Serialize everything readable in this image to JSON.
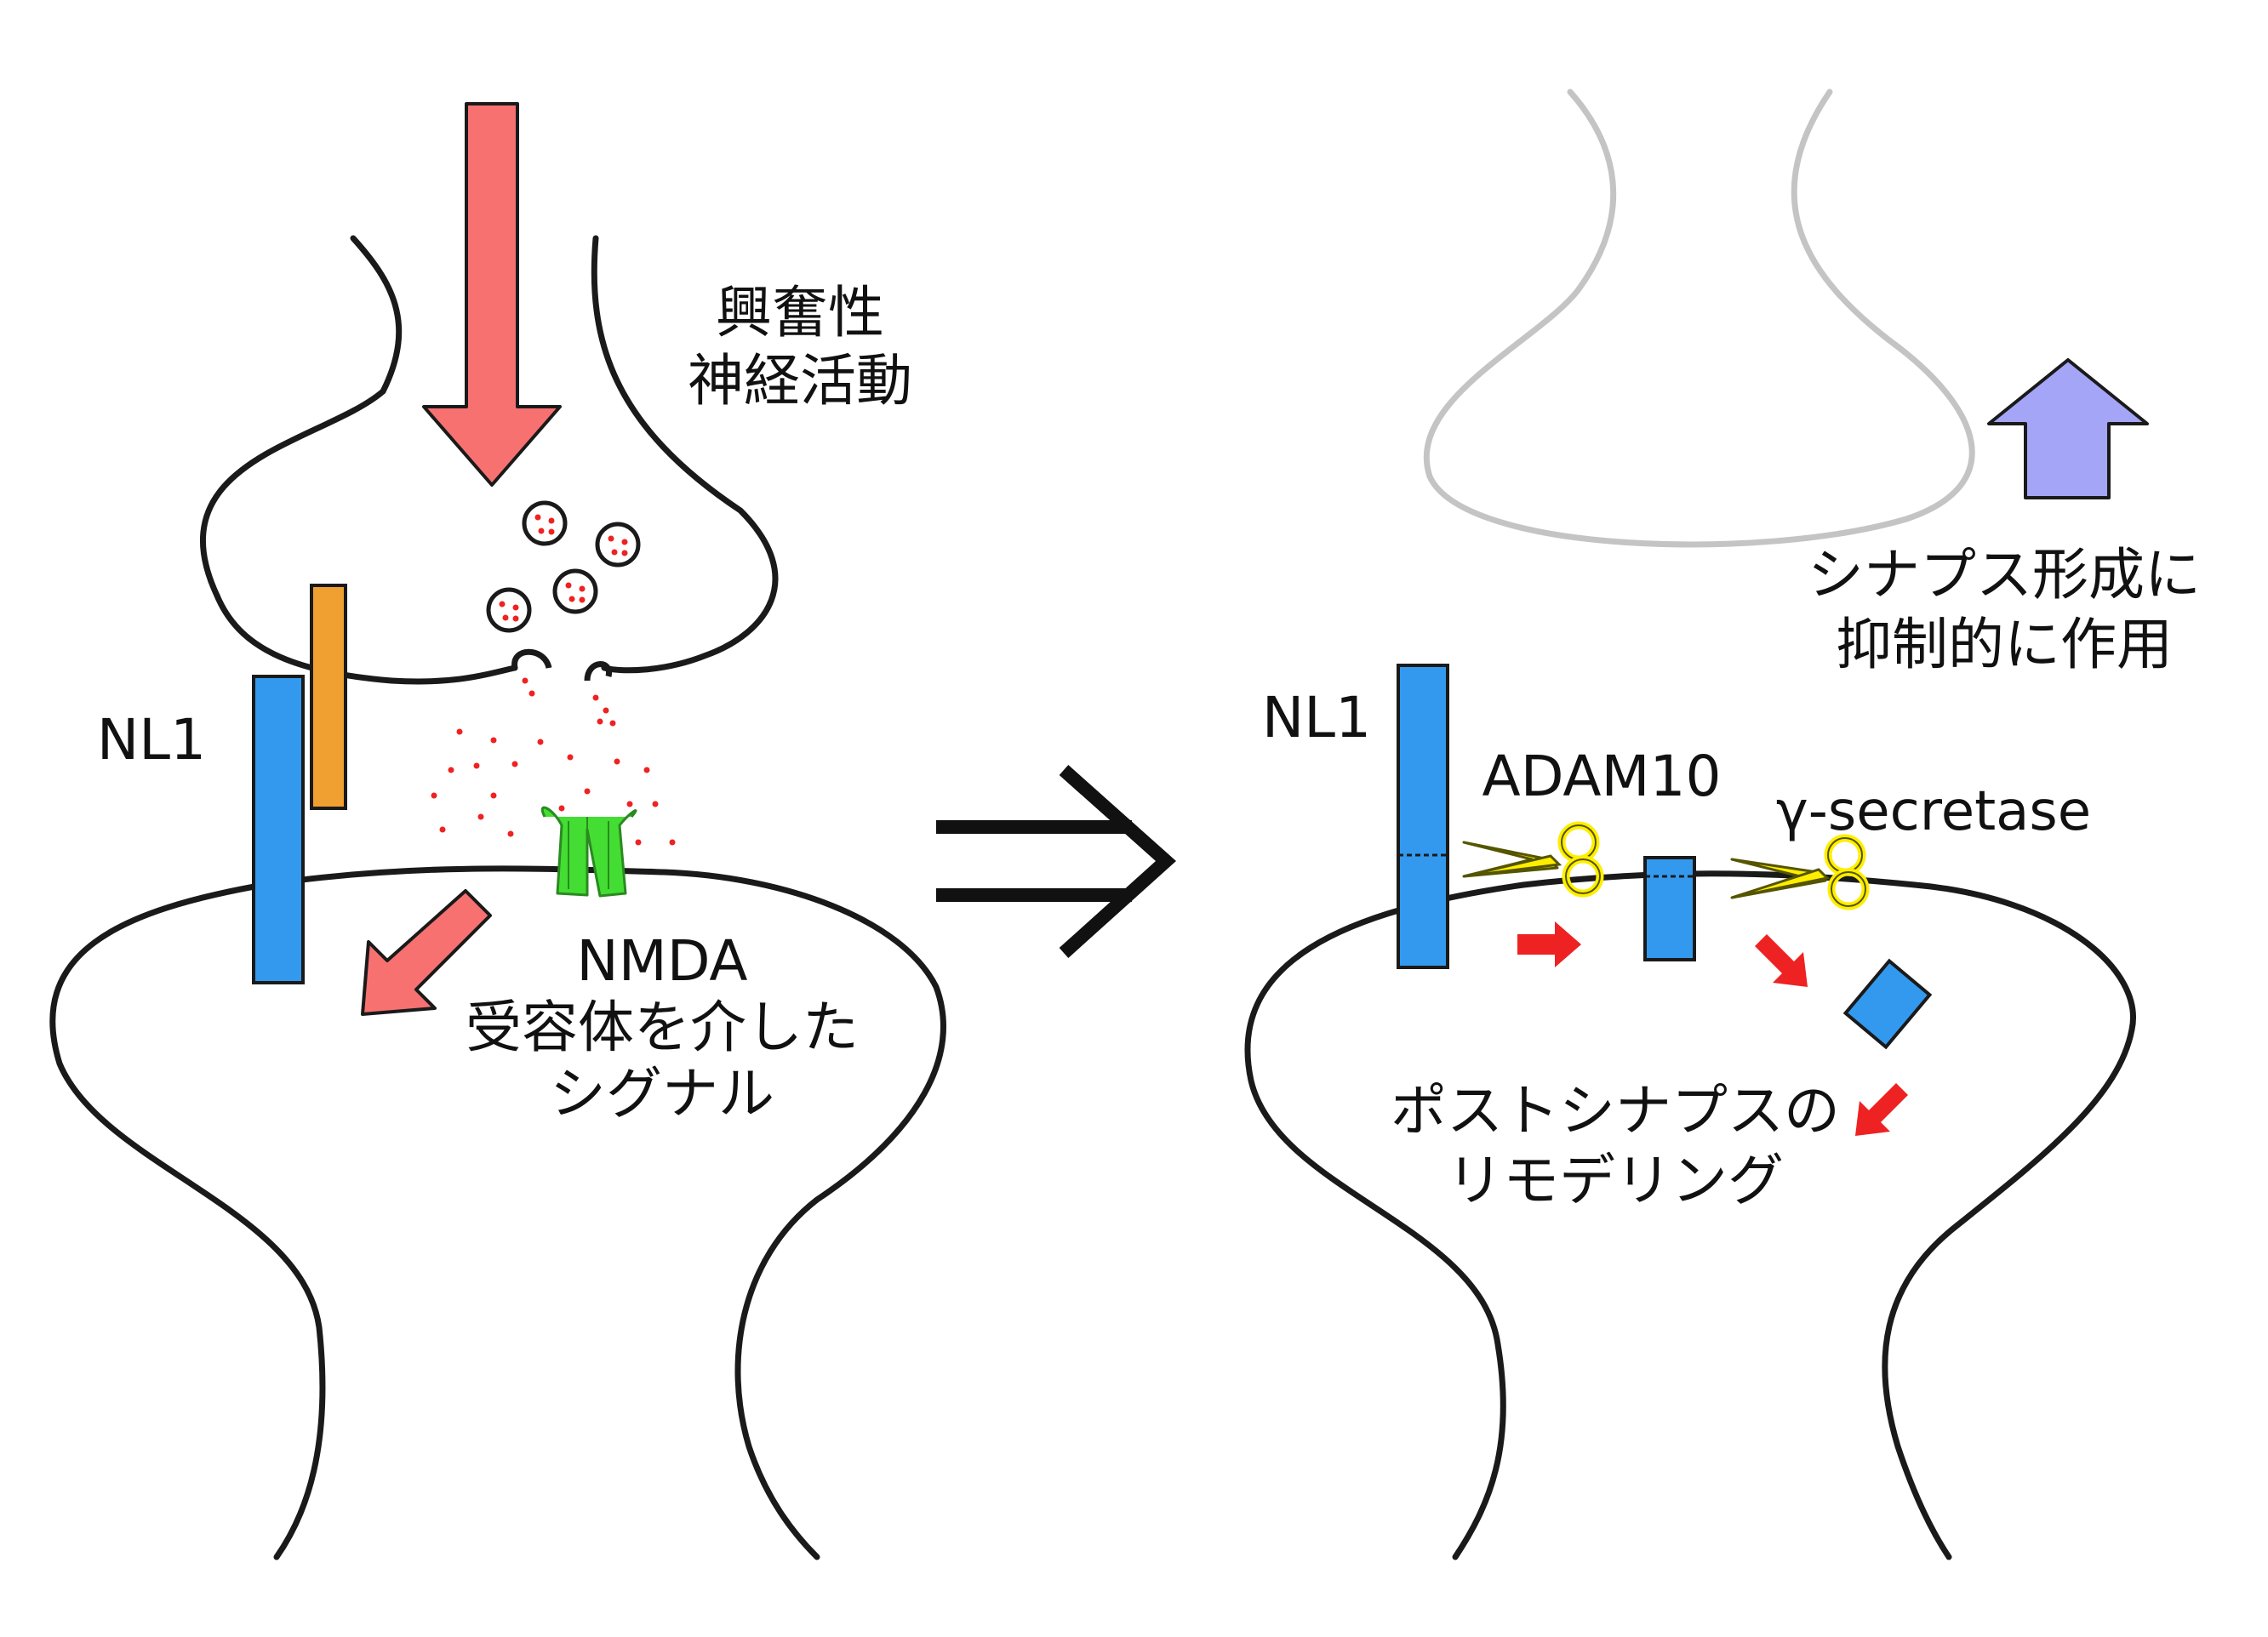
{
  "left_panel": {
    "activity_label_line1": "興奮性",
    "activity_label_line2": "神経活動",
    "nl1_label": "NL1",
    "nmda_label_line1": "NMDA",
    "nmda_label_line2": "受容体を介した",
    "nmda_label_line3": "シグナル"
  },
  "right_panel": {
    "inhibit_label_line1": "シナプス形成に",
    "inhibit_label_line2": "抑制的に作用",
    "nl1_label": "NL1",
    "adam10_label": "ADAM10",
    "gamma_label": "γ-secretase",
    "remodel_label_line1": "ポストシナプスの",
    "remodel_label_line2": "リモデリング"
  },
  "colors": {
    "activity_arrow": "#f87171",
    "inhibit_arrow": "#a5a5f8",
    "nl1": "#3399ee",
    "partner": "#f0a030",
    "nmda_receptor": "#44dd33",
    "scissors": "#ffee00",
    "small_arrows": "#ee2222",
    "neurotransmitter": "#ee2222",
    "faded_terminal": "#c4c4c4"
  }
}
